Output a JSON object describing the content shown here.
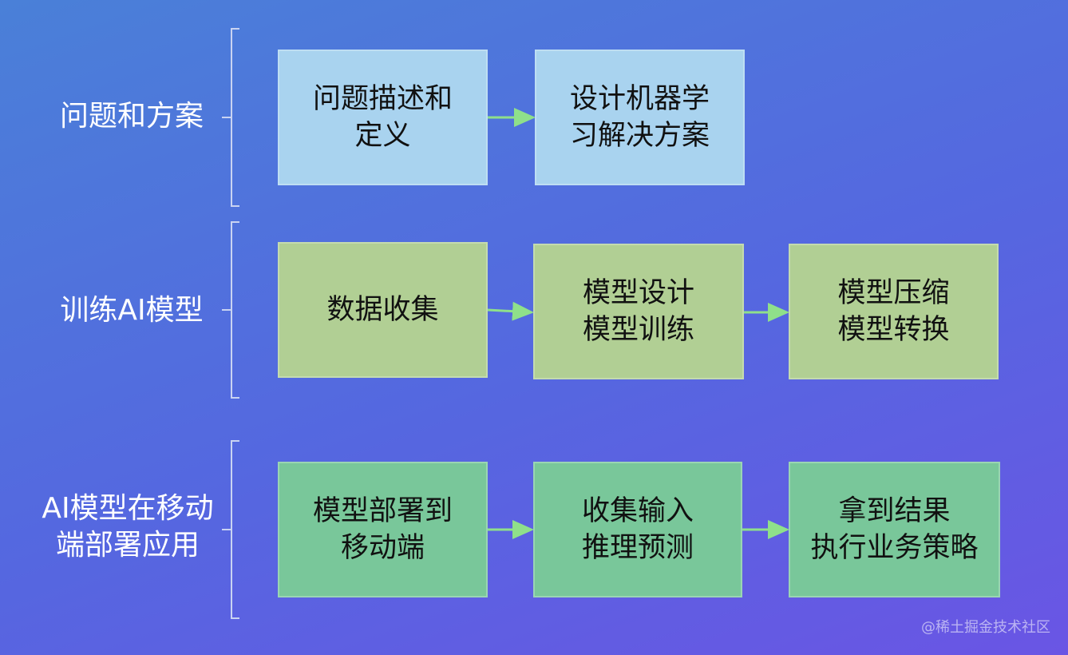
{
  "rows": [
    {
      "label": "问题和方案",
      "boxes": [
        "问题描述和\n定义",
        "设计机器学\n习解决方案"
      ]
    },
    {
      "label": "训练AI模型",
      "boxes": [
        "数据收集",
        "模型设计\n模型训练",
        "模型压缩\n模型转换"
      ]
    },
    {
      "label": "AI模型在移动\n端部署应用",
      "boxes": [
        "模型部署到\n移动端",
        "收集输入\n推理预测",
        "拿到结果\n执行业务策略"
      ]
    }
  ],
  "watermark": "@稀土掘金技术社区",
  "colors": {
    "row1_box": "#a9d3ef",
    "row2_box": "#b1cf94",
    "row3_box": "#79c79a",
    "arrow": "#8fe08a",
    "brace": "#c9d3f2"
  }
}
